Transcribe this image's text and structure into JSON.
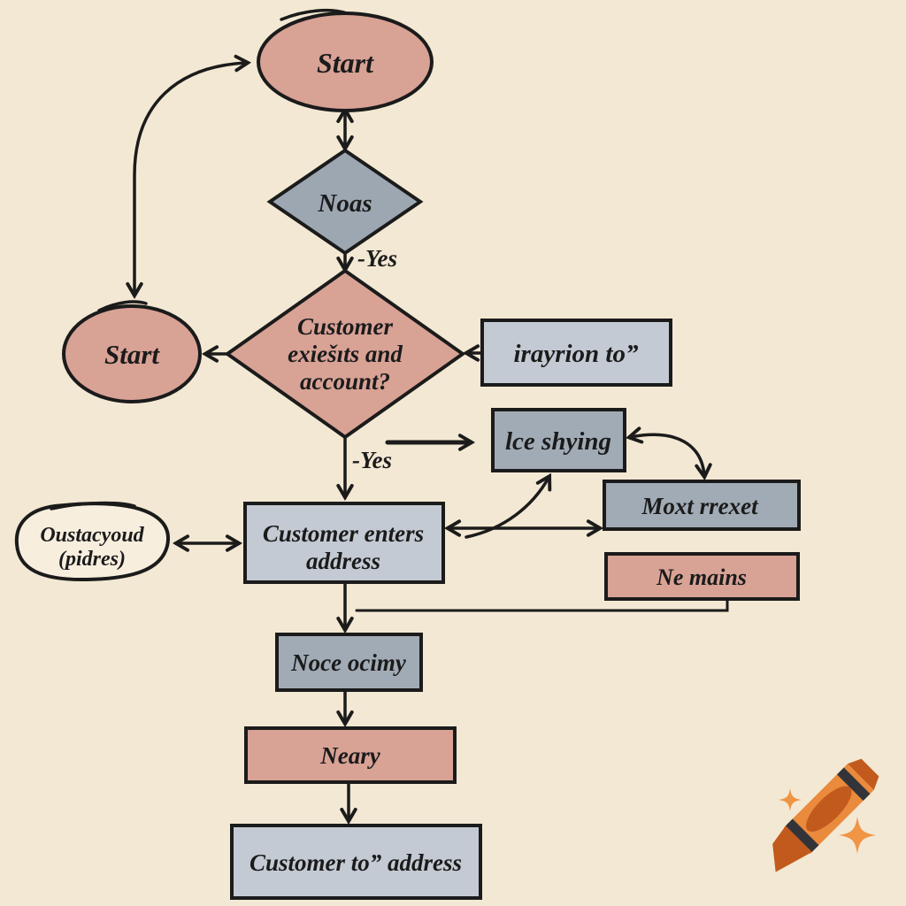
{
  "diagram_type": "hand-drawn flowchart",
  "palette": {
    "background": "#f3e8d3",
    "salmon": "#d8a295",
    "blue_gray": "#9ca7b2",
    "light_gray": "#c3cad3",
    "mid_gray": "#a1abb5",
    "cream": "#f7eede",
    "ink": "#1b1b1b",
    "crayon_orange": "#ea8a3c",
    "crayon_dark": "#c2591d",
    "crayon_band": "#33343a",
    "sparkle": "#f09445"
  },
  "nodes": {
    "start_top": {
      "shape": "ellipse",
      "label": "Start"
    },
    "noas": {
      "shape": "diamond",
      "label": "Noas"
    },
    "customer_decision": {
      "shape": "diamond",
      "lines": [
        "Customer",
        "exiešıts and",
        "account?"
      ]
    },
    "irayrion": {
      "shape": "rect",
      "label": "irayrion to”"
    },
    "start_left": {
      "shape": "ellipse",
      "label": "Start"
    },
    "ice_shying": {
      "shape": "rect",
      "label": "lce shying"
    },
    "moxt_rexet": {
      "shape": "rect",
      "label": "Moxt rrexet"
    },
    "ne_mains": {
      "shape": "rect",
      "label": "Ne mains"
    },
    "oustacyoud": {
      "shape": "blob",
      "lines": [
        "Oustacyoud",
        "(pidres)"
      ]
    },
    "customer_enters": {
      "shape": "rect",
      "lines": [
        "Customer enters",
        "address"
      ]
    },
    "noce_ocimy": {
      "shape": "rect",
      "label": "Noce ocimy"
    },
    "neary": {
      "shape": "rect",
      "label": "Neary"
    },
    "customer_address": {
      "shape": "rect",
      "label": "Customer to” address"
    }
  },
  "edge_labels": {
    "yes_top": "-Yes",
    "yes_bottom": "-Yes"
  },
  "decorations": {
    "icons": [
      "crayon-icon",
      "sparkle-icon-small",
      "sparkle-icon-large"
    ]
  }
}
